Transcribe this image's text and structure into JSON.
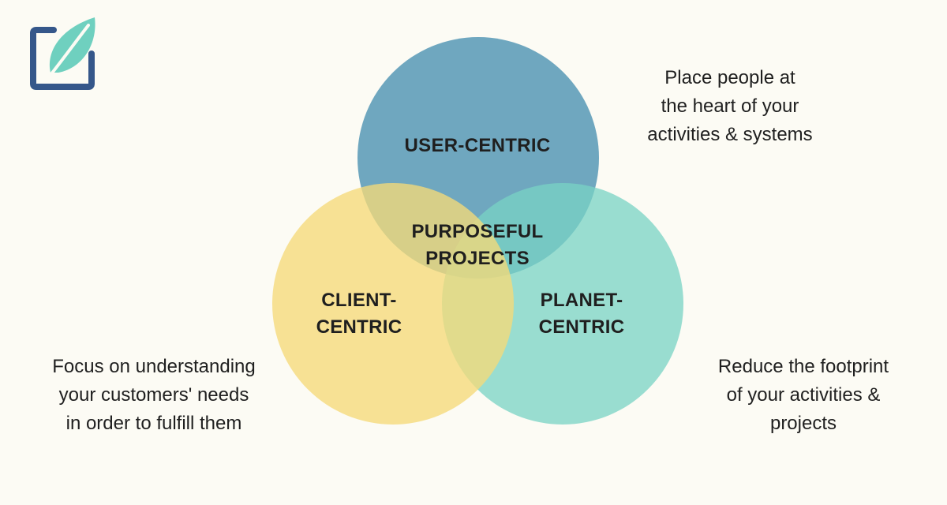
{
  "logo": {
    "icon": "leaf-in-square-icon",
    "frame_color": "#35578a",
    "leaf_color": "#6fd0bf"
  },
  "diagram": {
    "circles": {
      "user": {
        "label": "USER-CENTRIC",
        "color": "#4f94b3"
      },
      "client": {
        "label_lines": [
          "CLIENT-",
          "CENTRIC"
        ],
        "color": "#f5da78"
      },
      "planet": {
        "label_lines": [
          "PLANET-",
          "CENTRIC"
        ],
        "color": "#78d3c4"
      }
    },
    "center": {
      "label_lines": [
        "PURPOSEFUL",
        "PROJECTS"
      ]
    }
  },
  "descriptions": {
    "user": [
      "Place people at",
      "the heart of your",
      "activities & systems"
    ],
    "client": [
      "Focus on understanding",
      "your customers' needs",
      "in order to fulfill them"
    ],
    "planet": [
      "Reduce the footprint",
      "of your activities &",
      "projects"
    ]
  }
}
